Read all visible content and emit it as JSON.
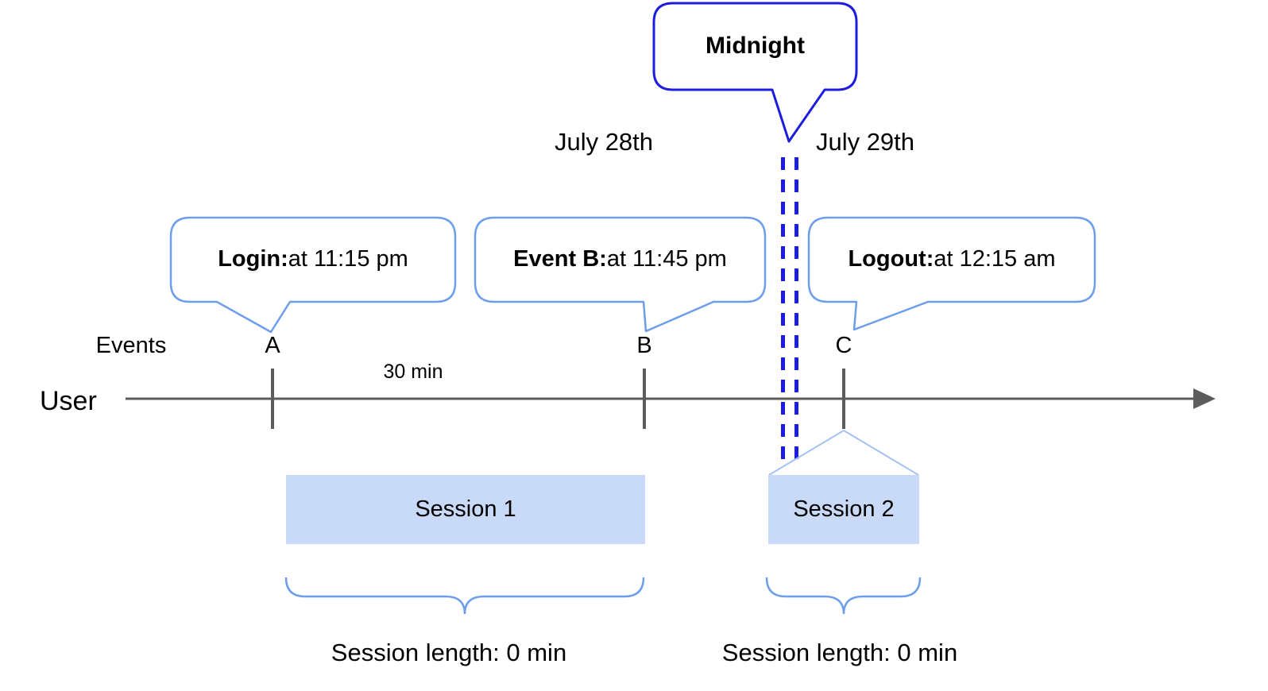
{
  "callouts": {
    "midnight": {
      "label": "Midnight"
    },
    "login": {
      "bold": "Login:",
      "rest": " at 11:15 pm"
    },
    "event_b": {
      "bold": "Event B:",
      "rest": " at 11:45 pm"
    },
    "logout": {
      "bold": "Logout:",
      "rest": " at 12:15 am"
    }
  },
  "dates": {
    "before_midnight": "July 28th",
    "after_midnight": "July 29th"
  },
  "timeline": {
    "row_label": "User",
    "events_label": "Events",
    "tick_a": "A",
    "tick_b": "B",
    "tick_c": "C",
    "interval_label": "30 min"
  },
  "sessions": {
    "session1": {
      "label": "Session 1",
      "length_label": "Session length: 0 min"
    },
    "session2": {
      "label": "Session 2",
      "length_label": "Session length: 0 min"
    }
  },
  "colors": {
    "midnight_blue": "#1d1de0",
    "callout_border_blue": "#6d9eeb",
    "connector_pale_blue": "#a4c2f4",
    "session_fill": "#c9daf8",
    "axis_gray": "#5c5c5c",
    "text": "#000000"
  }
}
